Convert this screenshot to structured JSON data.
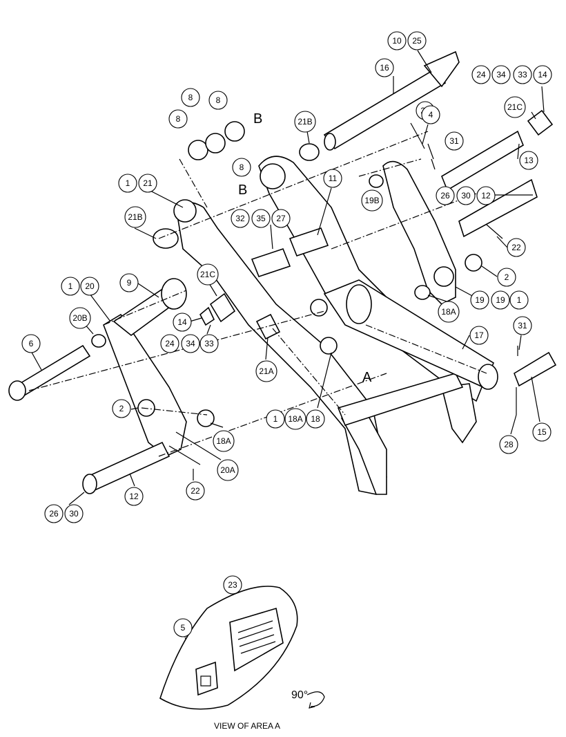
{
  "diagram": {
    "callouts": [
      {
        "id": "c-10",
        "text": "10"
      },
      {
        "id": "c-25",
        "text": "25"
      },
      {
        "id": "c-16",
        "text": "16"
      },
      {
        "id": "c-24a",
        "text": "24"
      },
      {
        "id": "c-34a",
        "text": "34"
      },
      {
        "id": "c-33a",
        "text": "33"
      },
      {
        "id": "c-14a",
        "text": "14"
      },
      {
        "id": "c-8a",
        "text": "8"
      },
      {
        "id": "c-8b",
        "text": "8"
      },
      {
        "id": "c-8c",
        "text": "8"
      },
      {
        "id": "c-8d",
        "text": "8"
      },
      {
        "id": "c-21b-top",
        "text": "21B"
      },
      {
        "id": "c-29",
        "text": "29"
      },
      {
        "id": "c-4",
        "text": "4"
      },
      {
        "id": "c-31a",
        "text": "31"
      },
      {
        "id": "c-21c-top",
        "text": "21C"
      },
      {
        "id": "c-13",
        "text": "13"
      },
      {
        "id": "c-1a",
        "text": "1"
      },
      {
        "id": "c-21",
        "text": "21"
      },
      {
        "id": "c-11",
        "text": "11"
      },
      {
        "id": "c-19b",
        "text": "19B"
      },
      {
        "id": "c-26a",
        "text": "26"
      },
      {
        "id": "c-30a",
        "text": "30"
      },
      {
        "id": "c-12a",
        "text": "12"
      },
      {
        "id": "c-21b-left",
        "text": "21B"
      },
      {
        "id": "c-32",
        "text": "32"
      },
      {
        "id": "c-35",
        "text": "35"
      },
      {
        "id": "c-27",
        "text": "27"
      },
      {
        "id": "c-22a",
        "text": "22"
      },
      {
        "id": "c-2a",
        "text": "2"
      },
      {
        "id": "c-1b",
        "text": "1"
      },
      {
        "id": "c-20",
        "text": "20"
      },
      {
        "id": "c-9",
        "text": "9"
      },
      {
        "id": "c-21c-left",
        "text": "21C"
      },
      {
        "id": "c-19",
        "text": "19"
      },
      {
        "id": "c-19c",
        "text": "19"
      },
      {
        "id": "c-1c",
        "text": "1"
      },
      {
        "id": "c-20b",
        "text": "20B"
      },
      {
        "id": "c-14b",
        "text": "14"
      },
      {
        "id": "c-18a-right",
        "text": "18A"
      },
      {
        "id": "c-24b",
        "text": "24"
      },
      {
        "id": "c-34b",
        "text": "34"
      },
      {
        "id": "c-33b",
        "text": "33"
      },
      {
        "id": "c-17",
        "text": "17"
      },
      {
        "id": "c-31b",
        "text": "31"
      },
      {
        "id": "c-6",
        "text": "6"
      },
      {
        "id": "c-21a",
        "text": "21A"
      },
      {
        "id": "c-2b",
        "text": "2"
      },
      {
        "id": "c-1d",
        "text": "1"
      },
      {
        "id": "c-18a-mid",
        "text": "18A"
      },
      {
        "id": "c-18",
        "text": "18"
      },
      {
        "id": "c-18a-left",
        "text": "18A"
      },
      {
        "id": "c-15",
        "text": "15"
      },
      {
        "id": "c-28",
        "text": "28"
      },
      {
        "id": "c-20a",
        "text": "20A"
      },
      {
        "id": "c-22b",
        "text": "22"
      },
      {
        "id": "c-12b",
        "text": "12"
      },
      {
        "id": "c-26b",
        "text": "26"
      },
      {
        "id": "c-30b",
        "text": "30"
      },
      {
        "id": "c-23",
        "text": "23"
      },
      {
        "id": "c-5",
        "text": "5"
      }
    ],
    "section_labels": {
      "b_upper": "B",
      "b_lower": "B",
      "a": "A"
    },
    "rotation_label": "90°",
    "view_caption": "VIEW OF AREA A"
  }
}
